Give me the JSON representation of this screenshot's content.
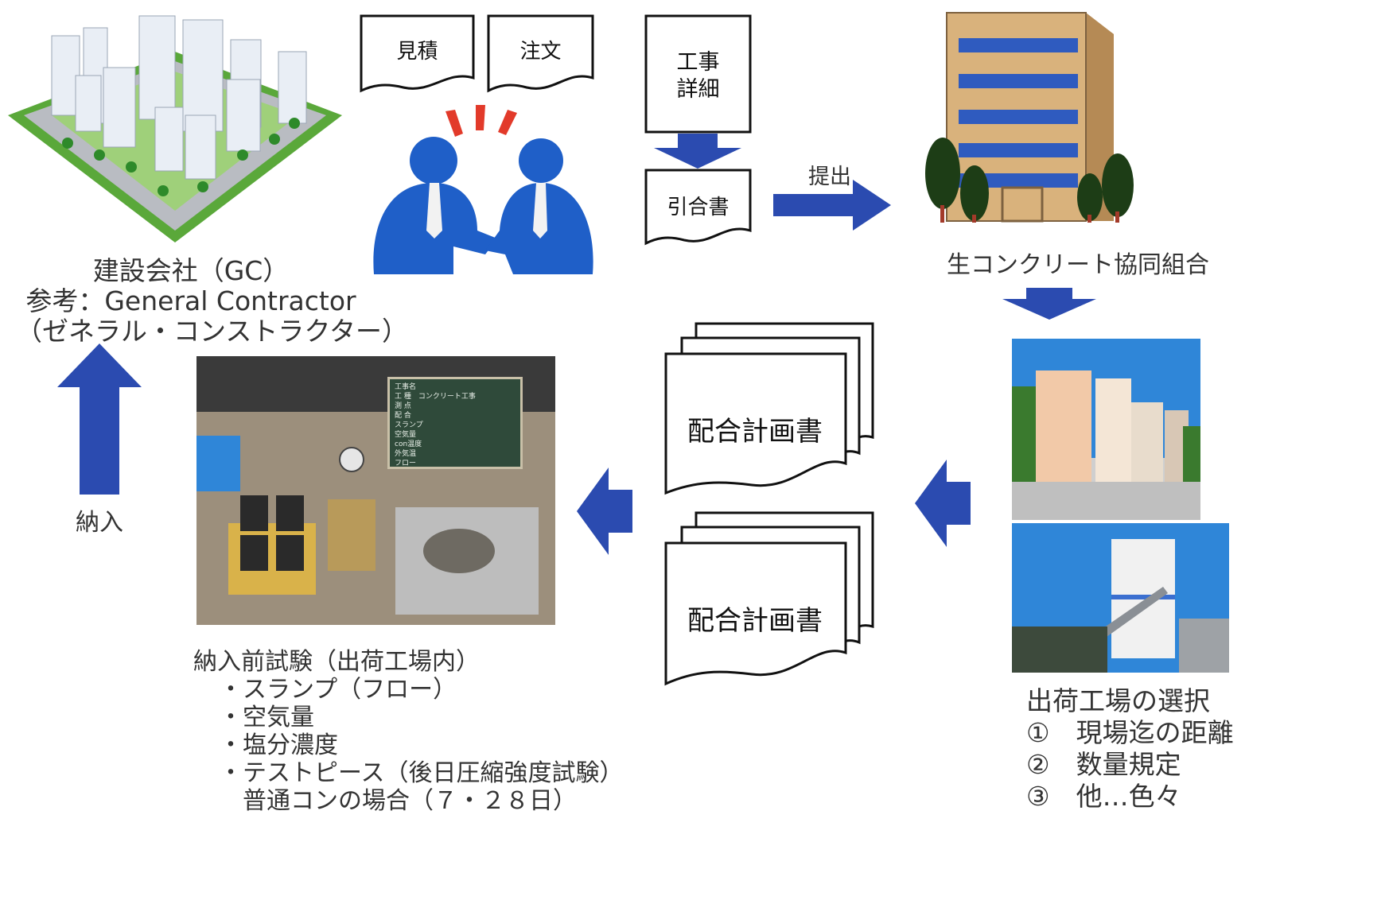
{
  "documents": {
    "mitsumori": "見積",
    "chumon": "注文",
    "koji_shosai": "工事\n詳細",
    "hikiaisho": "引合書",
    "haigo_1": "配合計画書",
    "haigo_2": "配合計画書"
  },
  "labels": {
    "teishutsu": "提出",
    "nonyu": "納入"
  },
  "contractor": {
    "line1": "建設会社（GC）",
    "line2": "参考：General Contractor",
    "line3": "（ゼネラル・コンストラクター）"
  },
  "cooperative": {
    "name": "生コンクリート協同組合"
  },
  "plant_selection": {
    "title": "出荷工場の選択",
    "items": [
      "①　現場迄の距離",
      "②　数量規定",
      "③　他…色々"
    ]
  },
  "pretest": {
    "title": "納入前試験（出荷工場内）",
    "items": [
      "・スランプ（フロー）",
      "・空気量",
      "・塩分濃度",
      "・テストピース（後日圧縮強度試験）",
      "　普通コンの場合（７・２８日）"
    ]
  },
  "blackboard": {
    "lines": [
      "工事名",
      "工 種　コンクリート工事",
      "測 点",
      "配 合",
      "スランプ",
      "空気量",
      "con温度",
      "外気温",
      "フロー"
    ]
  },
  "colors": {
    "arrow": "#2b4bb0",
    "person": "#1f5fc8",
    "sky": "#2f86d8",
    "building": "#d9b27c"
  }
}
